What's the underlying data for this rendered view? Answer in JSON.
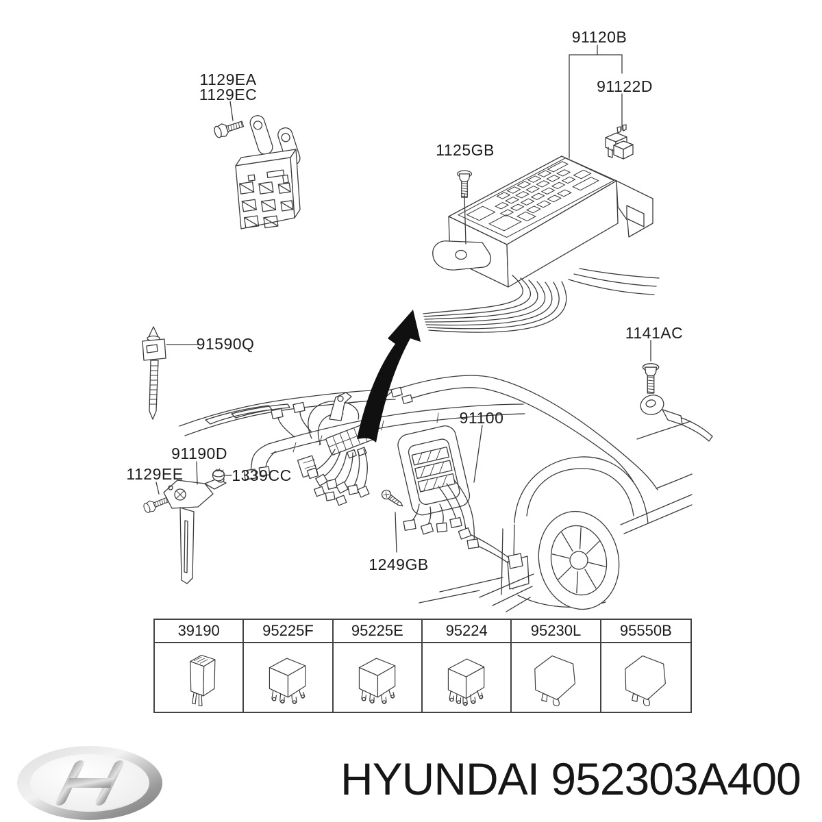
{
  "page": {
    "background": "#ffffff",
    "line_color": "#3b3b3b",
    "text_color": "#1c1c1c"
  },
  "callouts": {
    "c1129ea": "1129EA",
    "c1129ec": "1129EC",
    "c91120b": "91120B",
    "c91122d": "91122D",
    "c1125gb": "1125GB",
    "c91590q": "91590Q",
    "c1141ac": "1141AC",
    "c91100": "91100",
    "c91190d": "91190D",
    "c1129ee": "1129EE",
    "c1339cc": "1339CC",
    "c1249gb": "1249GB"
  },
  "parts_table": {
    "columns": [
      {
        "part": "39190",
        "icon": "relay-2pin-small"
      },
      {
        "part": "95225F",
        "icon": "relay-4pin-cube"
      },
      {
        "part": "95225E",
        "icon": "relay-4pin-cube"
      },
      {
        "part": "95224",
        "icon": "relay-5pin-cube"
      },
      {
        "part": "95230L",
        "icon": "relay-outline-shell"
      },
      {
        "part": "95550B",
        "icon": "relay-outline-shell"
      }
    ]
  },
  "footer": {
    "brand": "HYUNDAI",
    "part_number": "952303A400",
    "logo": "hyundai-logo"
  }
}
